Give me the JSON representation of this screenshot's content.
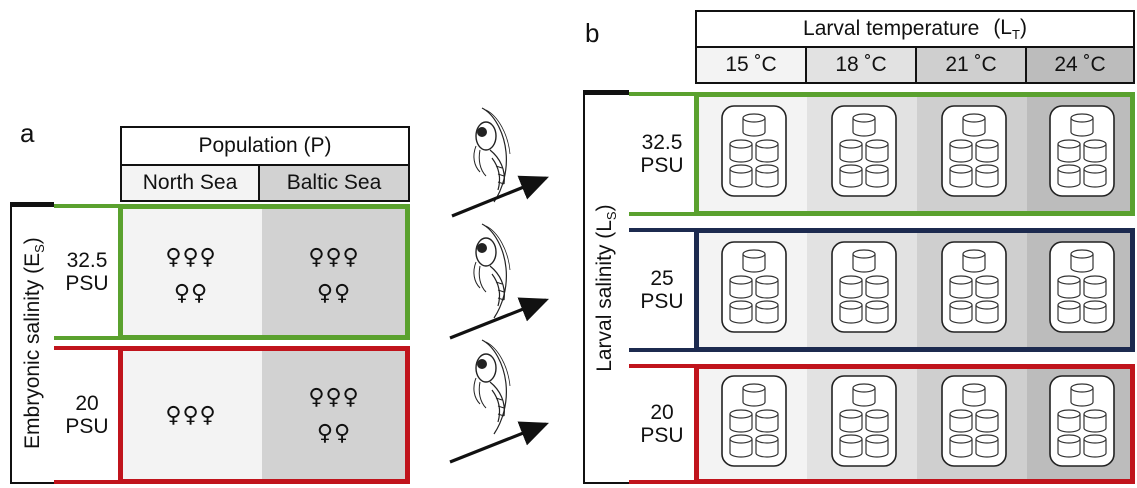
{
  "panel_a": {
    "letter": "a",
    "population_header": "Population (P)",
    "populations": [
      "North  Sea",
      "Baltic Sea"
    ],
    "side_label": "Embryonic  salinity  (E",
    "side_label_sub": "S",
    "side_label_close": ")",
    "rows": [
      {
        "salinity": "32.5",
        "unit": "PSU",
        "north_top": "♀♀♀",
        "north_bottom": "♀♀",
        "baltic_top": "♀♀♀",
        "baltic_bottom": "♀♀"
      },
      {
        "salinity": "20",
        "unit": "PSU",
        "north_top": "♀♀♀",
        "north_bottom": "",
        "baltic_top": "♀♀♀",
        "baltic_bottom": "♀♀"
      }
    ]
  },
  "panel_b": {
    "letter": "b",
    "temp_header": "Larval temperature",
    "temp_header_sym": "(L",
    "temp_header_sub": "T",
    "temp_header_close": ")",
    "temps": [
      "15 ˚C",
      "18 ˚C",
      "21 ˚C",
      "24 ˚C"
    ],
    "side_label": "Larval  salinity  (L",
    "side_label_sub": "S",
    "side_label_close": ")",
    "rows": [
      {
        "salinity": "32.5",
        "unit": "PSU"
      },
      {
        "salinity": "25",
        "unit": "PSU"
      },
      {
        "salinity": "20",
        "unit": "PSU"
      }
    ]
  },
  "colors": {
    "green": "#5aa12e",
    "navy": "#1c2a4f",
    "red": "#c0141c",
    "shade_1": "#f3f3f3",
    "shade_2": "#e2e2e2",
    "shade_3": "#cfcfcf",
    "shade_4": "#bcbcbc"
  },
  "icons": [
    "shrimp-larva-icon",
    "arrow-icon",
    "container-stack-icon"
  ]
}
